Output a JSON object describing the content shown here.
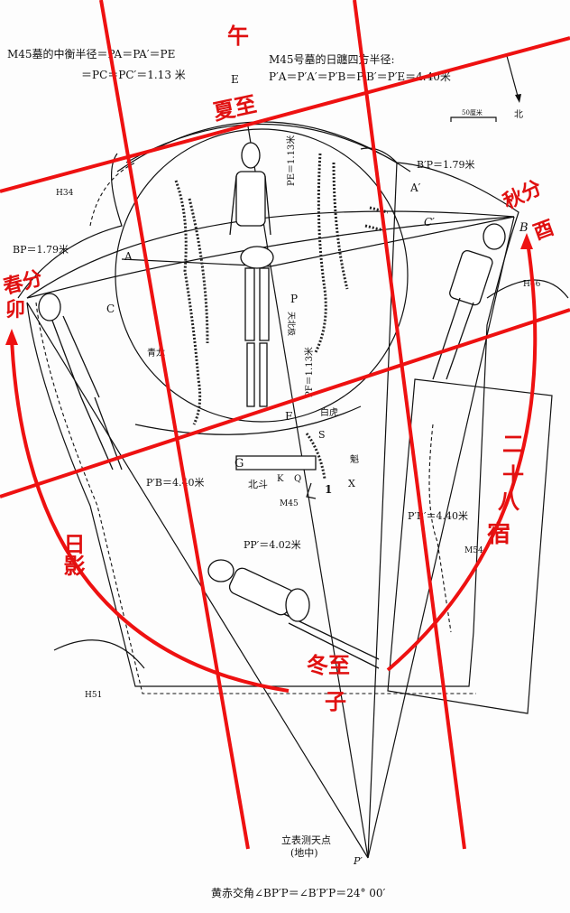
{
  "header": {
    "left_line1": "M45墓的中衡半径＝PA＝PA′＝PE",
    "left_line2": "＝PC＝PC′＝1.13 米",
    "right_line1": "M45号墓的日躔四方半径:",
    "right_line2": "P′A＝P′A′＝P′B＝P′B′＝P′E＝4.40米",
    "north": "北",
    "scale": "50厘米"
  },
  "points": {
    "E": "E",
    "A": "A",
    "A_prime": "A′",
    "B": "B",
    "C": "C",
    "C_prime": "C′",
    "P": "P",
    "F": "F",
    "G": "G",
    "K": "K",
    "Q": "Q",
    "S": "S",
    "X": "X",
    "one": "1",
    "P_prime": "P′"
  },
  "labels": {
    "H34": "H34",
    "H46": "H46",
    "H51": "H51",
    "M45": "M45",
    "M54": "M54",
    "BP_left": "BP＝1.79米",
    "BP_right": "B′P＝1.79米",
    "PE": "PE＝1.13米",
    "PF": "PF＝1.13米",
    "tianbeiji": "天北极",
    "qinglong": "青龙",
    "baihu": "白虎",
    "beidou": "北斗",
    "kui": "魁",
    "PpB": "P′B＝4.40米",
    "PpBp": "P′B′＝4.40米",
    "PPp": "PP′＝4.02米",
    "gnomon_line1": "立表测天点",
    "gnomon_line2": "(地中)",
    "footer": "黄赤交角∠BP′P＝∠B′P′P＝24° 00′"
  },
  "annotations": {
    "noon": "午",
    "summer_solstice": "夏至",
    "autumn_equinox": "秋分",
    "west": "酉",
    "spring_equinox": "春分",
    "east": "卯",
    "shadow": "日影",
    "mansions_1": "二",
    "mansions_2": "十",
    "mansions_3": "八",
    "mansions_4": "宿",
    "winter_solstice": "冬至",
    "north_zi": "子"
  },
  "colors": {
    "annotation": "#ee1111",
    "ink": "#111111"
  }
}
